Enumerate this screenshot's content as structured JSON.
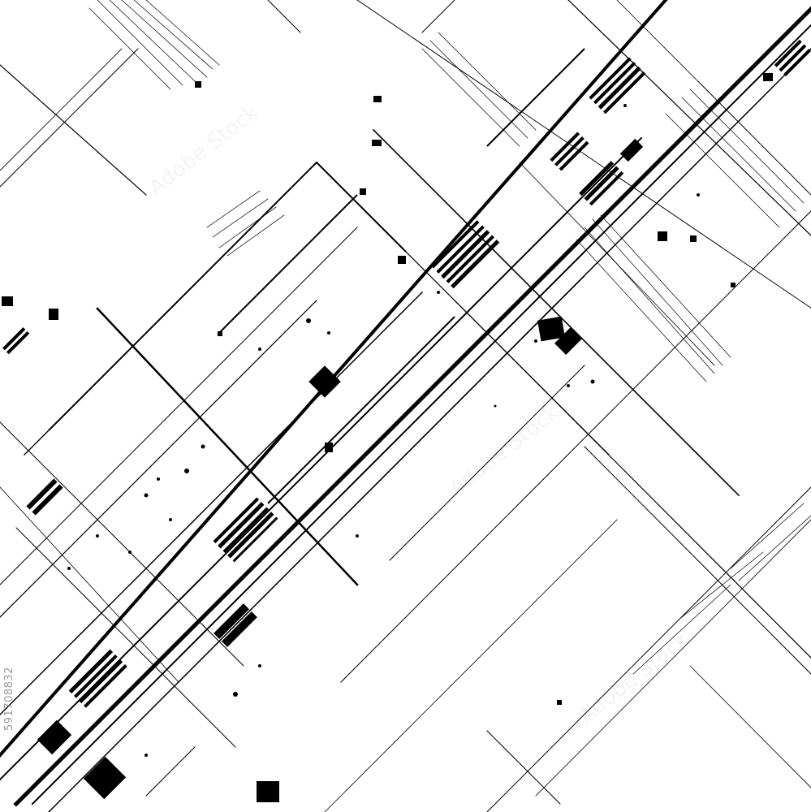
{
  "image": {
    "description_tag": "abstract-grunge-grid-texture",
    "colors": {
      "background": "#ffffff",
      "ink": "#000000",
      "watermark": "#9a9a9a"
    }
  },
  "watermark": {
    "stock_id": "591708832",
    "repeated_text": "Adobe Stock"
  }
}
